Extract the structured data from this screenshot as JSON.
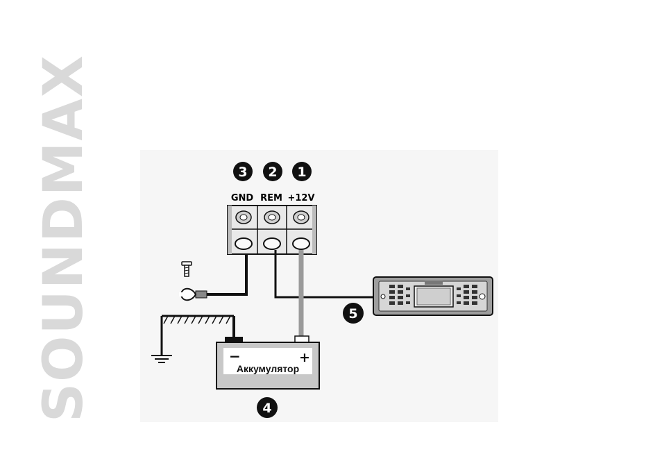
{
  "brand": {
    "text": "SOUNDMAX",
    "color": "#d9d9d9"
  },
  "terminals": [
    {
      "number": "3",
      "label": "GND"
    },
    {
      "number": "2",
      "label": "REM"
    },
    {
      "number": "1",
      "label": "+12V"
    }
  ],
  "battery": {
    "number": "4",
    "label": "Аккумулятор",
    "minus": "−",
    "plus": "+"
  },
  "head_unit": {
    "number": "5"
  },
  "colors": {
    "wire_dark": "#111111",
    "wire_power": "#9a9a9a",
    "badge": "#111111",
    "panel": "#f6f6f6"
  }
}
